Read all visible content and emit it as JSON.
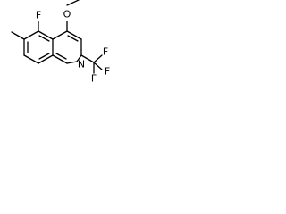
{
  "structure": {
    "atoms": {
      "fluorine_ring": "F",
      "oxygen": "O",
      "nitrogen": "N",
      "fluorine_1": "F",
      "fluorine_2": "F",
      "fluorine_3": "F"
    }
  }
}
